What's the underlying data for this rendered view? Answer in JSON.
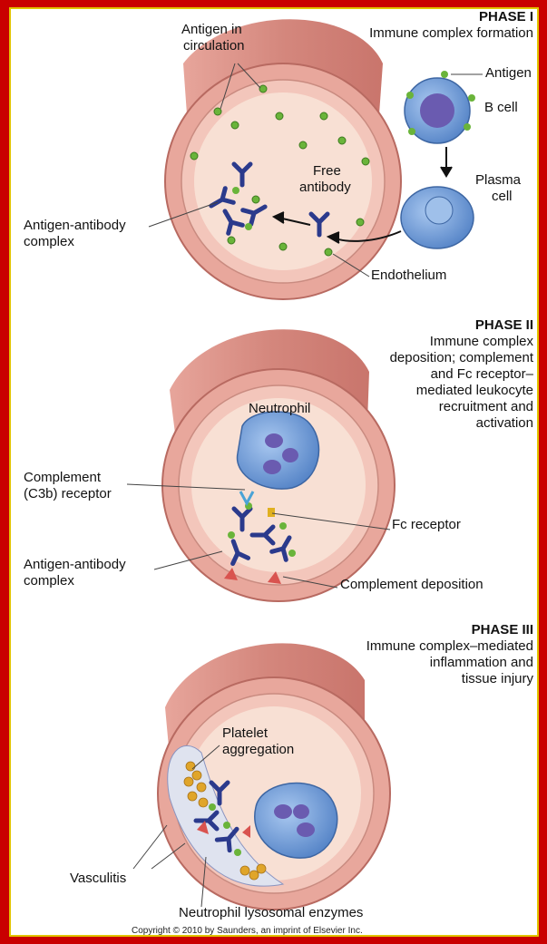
{
  "phase1": {
    "title": "PHASE I",
    "subtitle": "Immune complex formation",
    "labels": {
      "antigen_circulation_1": "Antigen in",
      "antigen_circulation_2": "circulation",
      "antigen": "Antigen",
      "b_cell": "B cell",
      "plasma_1": "Plasma",
      "plasma_2": "cell",
      "free_ab_1": "Free",
      "free_ab_2": "antibody",
      "complex_1": "Antigen-antibody",
      "complex_2": "complex",
      "endothelium": "Endothelium"
    }
  },
  "phase2": {
    "title": "PHASE II",
    "subtitle_lines": [
      "Immune complex",
      "deposition; complement",
      "and Fc receptor–",
      "mediated leukocyte",
      "recruitment and",
      "activation"
    ],
    "labels": {
      "neutrophil": "Neutrophil",
      "complement_receptor_1": "Complement",
      "complement_receptor_2": "(C3b) receptor",
      "fc_receptor": "Fc receptor",
      "complex_1": "Antigen-antibody",
      "complex_2": "complex",
      "complement_deposition": "Complement deposition"
    }
  },
  "phase3": {
    "title": "PHASE III",
    "subtitle_lines": [
      "Immune complex–mediated",
      "inflammation and",
      "tissue injury"
    ],
    "labels": {
      "platelet_1": "Platelet",
      "platelet_2": "aggregation",
      "vasculitis": "Vasculitis",
      "enzymes": "Neutrophil lysosomal enzymes"
    }
  },
  "copyright": "Copyright © 2010 by Saunders, an imprint of Elsevier Inc.",
  "colors": {
    "background": "#c90000",
    "border": "#e2c400",
    "vessel_outer": "#d98d84",
    "lumen": "#f7dccf",
    "antibody": "#2b3a8c",
    "antigen": "#6ab43a",
    "cell": "#6f9bd6",
    "nucleus": "#6a5bb0",
    "complement": "#d9534f",
    "platelet": "#e0a52a"
  }
}
